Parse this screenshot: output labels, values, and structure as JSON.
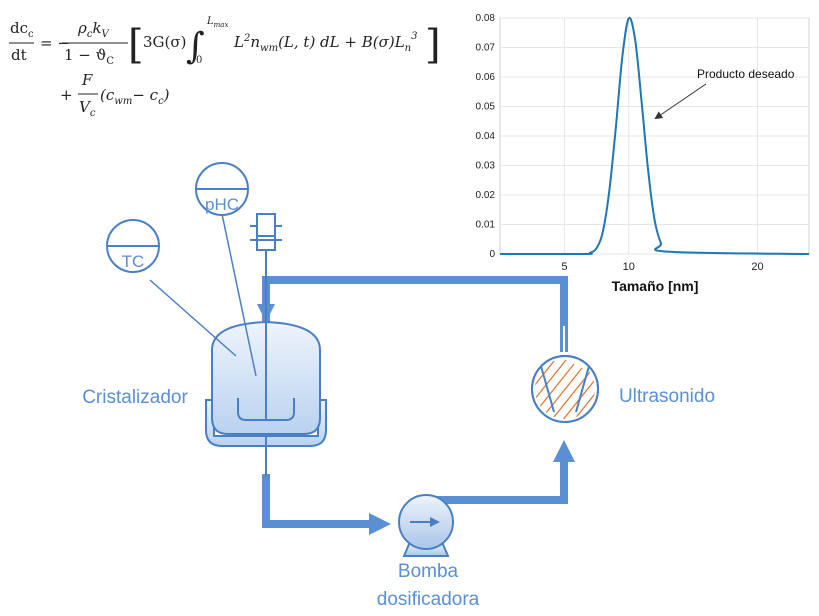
{
  "equation": {
    "lhs_num": "dc",
    "lhs_num_sub": "c",
    "lhs_den": "dt",
    "frac1_num": "ρ",
    "frac1_num_sub": "c",
    "frac1_num_tail": "k",
    "frac1_num_tail_sub": "V",
    "frac1_den": "1 − ϑ",
    "frac1_den_sub": "C",
    "bracket_a": "3G(σ)",
    "integral_lower": "0",
    "integral_upper": "L",
    "integral_upper_sub": "max",
    "integrand_a": "L",
    "integrand_exp": "2",
    "integrand_b": "n",
    "integrand_b_sub": "wm",
    "integrand_c": "(L, t) dL + B(σ)L",
    "integrand_c_sub": "n",
    "integrand_c_exp": "3",
    "frac2_num": "F",
    "frac2_den": "V",
    "frac2_den_sub": "c",
    "tail_a": "(c",
    "tail_a_sub": "wm",
    "tail_b": "− c",
    "tail_b_sub": "c",
    "tail_c": ")"
  },
  "labels": {
    "tc": "TC",
    "phc": "pHC",
    "crystallizer": "Cristalizador",
    "ultrasound": "Ultrasonido",
    "pump_line1": "Bomba",
    "pump_line2": "dosificadora"
  },
  "chart_data": {
    "type": "line",
    "xlabel": "Tamaño [nm]",
    "ylabel": "",
    "xlim": [
      0,
      24
    ],
    "ylim": [
      0,
      0.08
    ],
    "x_ticks": [
      "5",
      "10",
      "20"
    ],
    "x_tick_values": [
      5,
      10,
      20
    ],
    "y_ticks": [
      "0",
      "0.01",
      "0.02",
      "0.03",
      "0.04",
      "0.05",
      "0.06",
      "0.07",
      "0.08"
    ],
    "y_tick_values": [
      0,
      0.01,
      0.02,
      0.03,
      0.04,
      0.05,
      0.06,
      0.07,
      0.08
    ],
    "grid": true,
    "series": [
      {
        "x": [
          0,
          6.5,
          7,
          7.5,
          8,
          8.5,
          9,
          9.5,
          10,
          10.5,
          11,
          11.5,
          12,
          12.5,
          13,
          24
        ],
        "y": [
          0,
          0,
          0.0004,
          0.002,
          0.0078,
          0.0217,
          0.0431,
          0.0668,
          0.0799,
          0.0725,
          0.0516,
          0.0285,
          0.0117,
          0.0037,
          0.0008,
          0
        ]
      }
    ],
    "annotation": {
      "text": "Producto deseado",
      "x": 9.8,
      "y": 0.047
    }
  },
  "colors": {
    "pipe": "#5b8fd4",
    "vessel_stroke": "#4a7fc4",
    "vessel_fill_top": "#eef4fc",
    "vessel_fill_bottom": "#b9d2ef",
    "label": "#5b8fd4",
    "line": "#1f77b4",
    "hatch": "#e07a3a"
  }
}
